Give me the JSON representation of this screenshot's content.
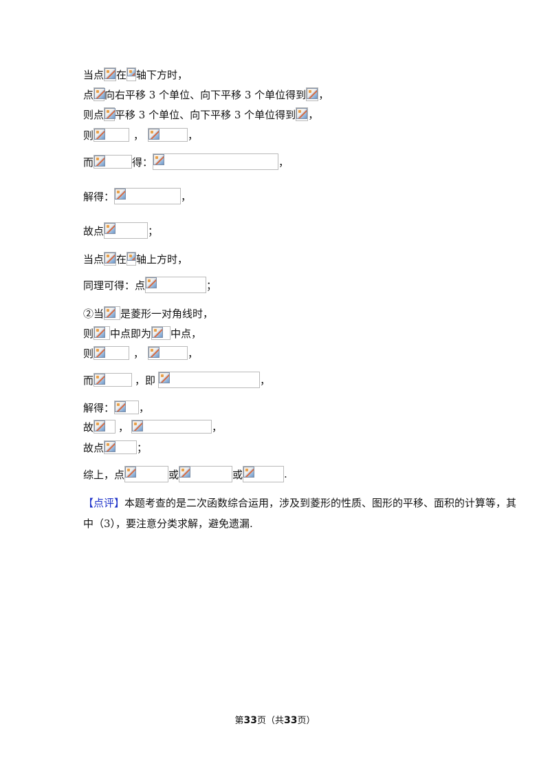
{
  "lines": {
    "l1": {
      "a": "当点",
      "b": "在",
      "c": "轴下方时，"
    },
    "l2": {
      "a": "点",
      "b": "向右平移 3 个单位、向下平移 3 个单位得到",
      "c": "，"
    },
    "l3": {
      "a": "则点",
      "b": "平移 3 个单位、向下平移 3 个单位得到",
      "c": "，"
    },
    "l4": {
      "a": "则",
      "b": "，",
      "c": "，"
    },
    "l5": {
      "a": "而",
      "b": "得：",
      "c": "，"
    },
    "l6": {
      "a": "解得：",
      "b": "，"
    },
    "l7": {
      "a": "故点",
      "b": "；"
    },
    "l8": {
      "a": "当点",
      "b": "在",
      "c": "轴上方时，"
    },
    "l9": {
      "a": "同理可得：点",
      "b": "；"
    },
    "l10": {
      "a": "②当",
      "b": "是菱形一对角线时，"
    },
    "l11": {
      "a": "则",
      "b": "中点即为",
      "c": "中点，"
    },
    "l12": {
      "a": "则",
      "b": "，",
      "c": "，"
    },
    "l13": {
      "a": "而",
      "b": "，即",
      "c": "，"
    },
    "l14": {
      "a": "解得：",
      "b": "，"
    },
    "l15": {
      "a": "故",
      "b": "，",
      "c": "，"
    },
    "l16": {
      "a": "故点",
      "b": "；"
    },
    "l17": {
      "a": "综上，点",
      "b": "或",
      "c": "或",
      "d": "."
    }
  },
  "review": {
    "tag": "【点评】",
    "text1": "本题考查的是二次函数综合运用，涉及到菱形的性质、图形的平移、面积的计算等，其",
    "text2": "中（3），要注意分类求解，避免遗漏."
  },
  "footer": {
    "pre": "第",
    "page": "33",
    "mid": "页（共",
    "total": "33",
    "post": "页）"
  },
  "icons": {
    "image_placeholder": "broken-image-icon"
  }
}
